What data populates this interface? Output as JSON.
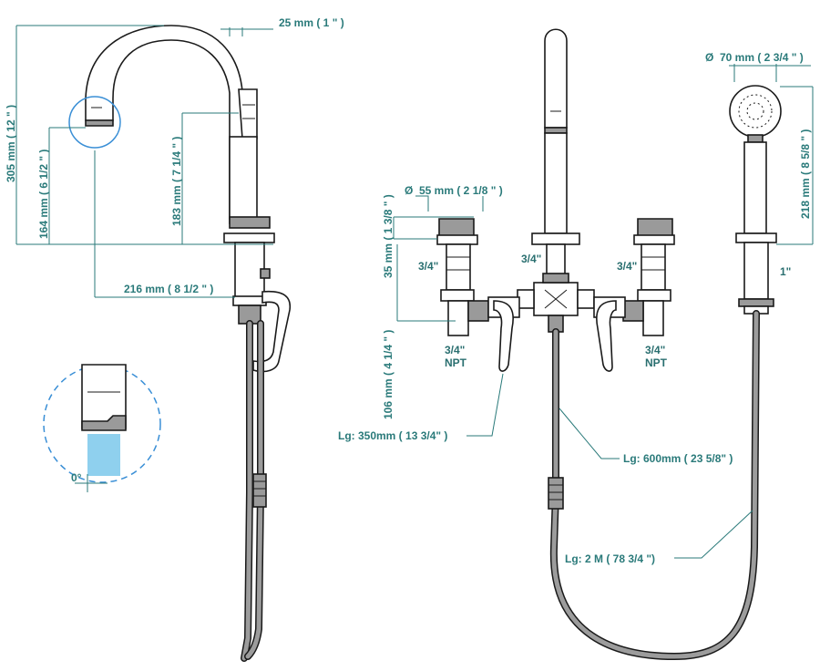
{
  "dimensions": {
    "spout_width": "25 mm ( 1 \" )",
    "total_height": "305 mm ( 12 \" )",
    "spout_outlet_height": "164 mm ( 6 1/2 \" )",
    "body_height": "183 mm ( 7 1/4 \" )",
    "spout_reach": "216 mm ( 8 1/2 \" )",
    "handle_diameter": "55 mm ( 2 1/8 \" )",
    "handle_height": "35 mm ( 1 3/8 \" )",
    "valve_depth": "106 mm ( 4 1/4 \" )",
    "spray_diameter": "70 mm ( 2 3/4 \" )",
    "spray_length": "218 mm ( 8 5/8 \" )",
    "flow_angle": "0°"
  },
  "labels": {
    "left_valve_size": "3/4\"",
    "left_inlet_size": "3/4\"",
    "left_inlet_thread": "NPT",
    "center_size": "3/4\"",
    "right_valve_size": "3/4\"",
    "right_inlet_size": "3/4\"",
    "right_inlet_thread": "NPT",
    "spray_size": "1\"",
    "hose_350": "Lg: 350mm  ( 13 3/4\" )",
    "hose_600": "Lg: 600mm  ( 23 5/8\" )",
    "hose_2m": "Lg: 2 M ( 78 3/4 \")",
    "diameter_symbol": "Ø"
  },
  "colors": {
    "dimension": "#2a7a7a",
    "water": "#8fd0ee",
    "detail_circle": "#3a8fd6"
  }
}
